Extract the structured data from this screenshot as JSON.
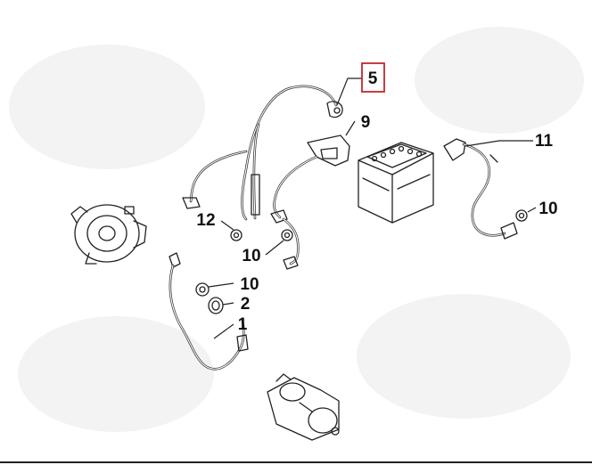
{
  "diagram": {
    "callouts": [
      {
        "id": "c5",
        "label": "5",
        "highlighted": true
      },
      {
        "id": "c9",
        "label": "9",
        "highlighted": false
      },
      {
        "id": "c11",
        "label": "11",
        "highlighted": false
      },
      {
        "id": "c10a",
        "label": "10",
        "highlighted": false
      },
      {
        "id": "c12",
        "label": "12",
        "highlighted": false
      },
      {
        "id": "c10b",
        "label": "10",
        "highlighted": false
      },
      {
        "id": "c10c",
        "label": "10",
        "highlighted": false
      },
      {
        "id": "c2",
        "label": "2",
        "highlighted": false
      },
      {
        "id": "c1",
        "label": "1",
        "highlighted": false
      }
    ],
    "highlight_color": "#c0282e"
  }
}
